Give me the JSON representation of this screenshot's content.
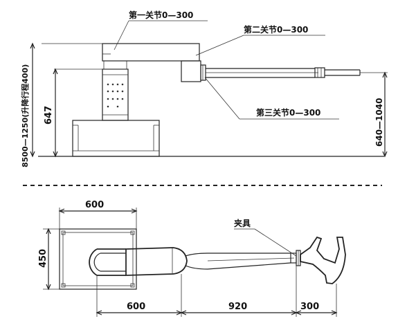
{
  "labels": {
    "joint1": "第一关节0—300",
    "joint2": "第二关节0—300",
    "joint3": "第三关节0—300",
    "lift_range": "8500—1250(升降行程400)",
    "column_height": "647",
    "arm_height": "640—1040",
    "clamp": "夹具",
    "base_width": "600",
    "base_depth": "450",
    "arm1_length": "600",
    "arm2_length": "920",
    "gripper_length": "300"
  }
}
